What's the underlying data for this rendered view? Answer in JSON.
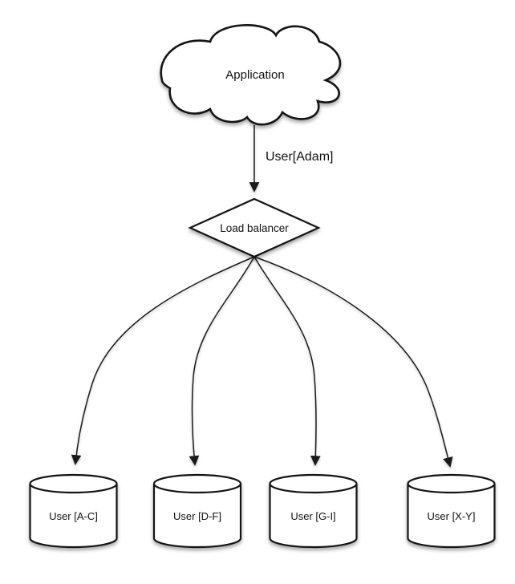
{
  "diagram": {
    "type": "architecture-flow",
    "background_color": "#ffffff",
    "stroke_color": "#141414",
    "fill_color": "#ffffff",
    "nodes": [
      {
        "id": "application",
        "shape": "cloud",
        "label": "Application"
      },
      {
        "id": "load-balancer",
        "shape": "diamond",
        "label": "Load balancer"
      },
      {
        "id": "db-a-c",
        "shape": "cylinder",
        "label": "User [A-C]"
      },
      {
        "id": "db-d-f",
        "shape": "cylinder",
        "label": "User [D-F]"
      },
      {
        "id": "db-g-i",
        "shape": "cylinder",
        "label": "User [G-I]"
      },
      {
        "id": "db-x-y",
        "shape": "cylinder",
        "label": "User [X-Y]"
      }
    ],
    "edges": [
      {
        "from": "application",
        "to": "load-balancer",
        "label": "User[Adam]",
        "style": "straight-arrow"
      },
      {
        "from": "load-balancer",
        "to": "db-a-c",
        "label": "",
        "style": "curved-arrow"
      },
      {
        "from": "load-balancer",
        "to": "db-d-f",
        "label": "",
        "style": "curved-arrow"
      },
      {
        "from": "load-balancer",
        "to": "db-g-i",
        "label": "",
        "style": "curved-arrow"
      },
      {
        "from": "load-balancer",
        "to": "db-x-y",
        "label": "",
        "style": "curved-arrow"
      }
    ]
  }
}
